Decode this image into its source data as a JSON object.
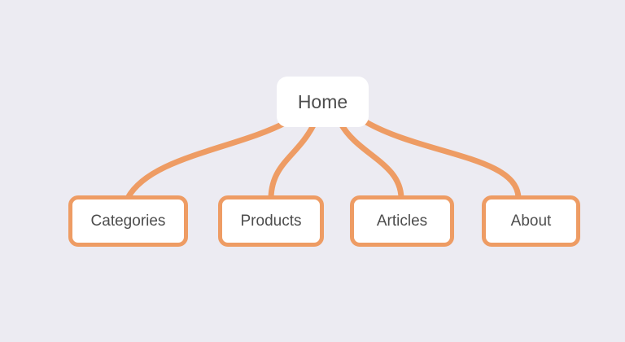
{
  "diagram": {
    "root": {
      "id": "home",
      "label": "Home"
    },
    "children": [
      {
        "id": "categories",
        "label": "Categories"
      },
      {
        "id": "products",
        "label": "Products"
      },
      {
        "id": "articles",
        "label": "Articles"
      },
      {
        "id": "about",
        "label": "About"
      }
    ],
    "edges": [
      {
        "from": "home",
        "to": "categories"
      },
      {
        "from": "home",
        "to": "products"
      },
      {
        "from": "home",
        "to": "articles"
      },
      {
        "from": "home",
        "to": "about"
      }
    ]
  },
  "colors": {
    "background": "#ECEBF2",
    "connector": "#EE9C64",
    "node_border": "#EE9C64",
    "node_fill": "#FFFFFF",
    "text": "#4D4D4D"
  }
}
